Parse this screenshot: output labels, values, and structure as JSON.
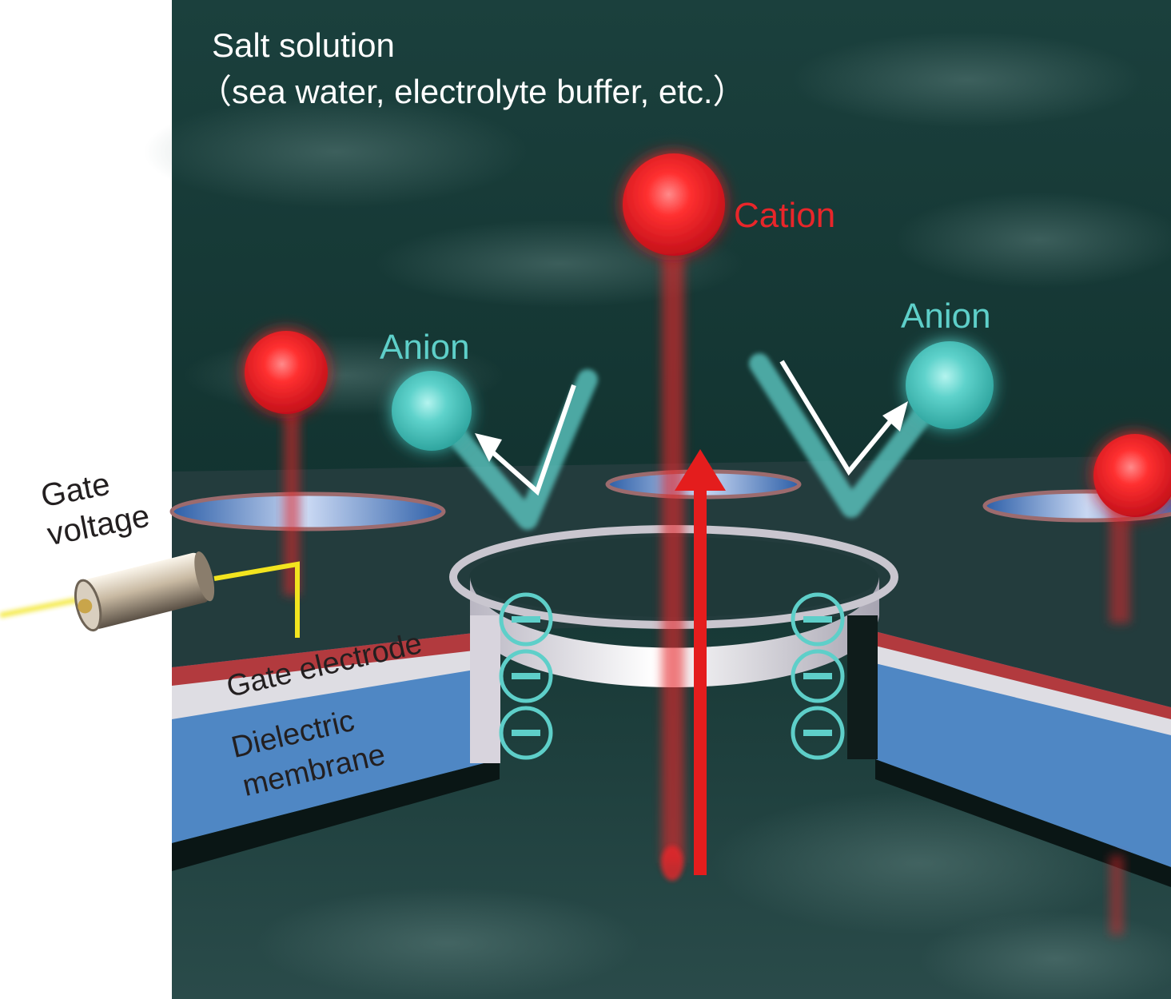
{
  "title": {
    "line1": "Salt solution",
    "line2": "（sea water, electrolyte buffer, etc.）"
  },
  "labels": {
    "cation": "Cation",
    "anion_left": "Anion",
    "anion_right": "Anion",
    "gate_voltage_line1": "Gate",
    "gate_voltage_line2": "voltage",
    "gate_electrode": "Gate electrode",
    "dielectric_line1": "Dielectric",
    "dielectric_line2": "membrane"
  },
  "colors": {
    "cation": "#e8262a",
    "anion": "#5ecfc9",
    "background": "#163a36",
    "gate_electrode": "#dedde3",
    "dielectric": "#4f87c4",
    "arrow": "#e41d1d",
    "wire": "#f2e41f"
  },
  "icons": {
    "negative_charge": "minus-circle-icon",
    "voltage_source": "cylinder-connector-icon"
  }
}
